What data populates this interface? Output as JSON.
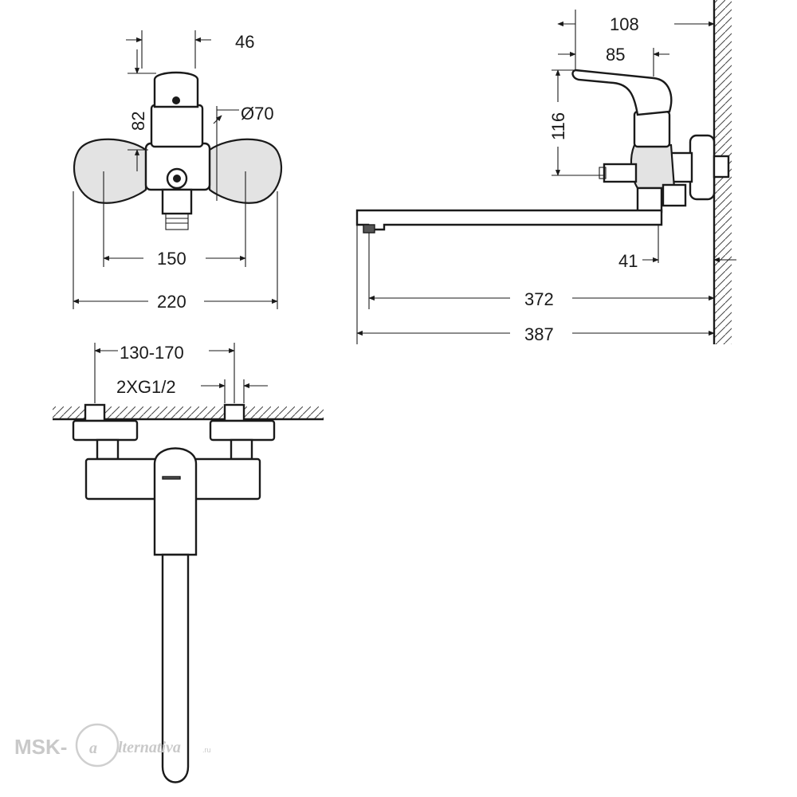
{
  "dimensions": {
    "top_width": "46",
    "height_82": "82",
    "diameter": "Ø70",
    "inlet_spacing": "150",
    "overall_width": "220",
    "side_108": "108",
    "side_85": "85",
    "side_116": "116",
    "wall_offset": "41",
    "spout_372": "372",
    "spout_387": "387",
    "adjust_range": "130-170",
    "thread": "2XG1/2"
  },
  "watermark": {
    "prefix": "MSK-",
    "letter": "a",
    "suffix": "lternativa",
    "tld": ".ru"
  }
}
